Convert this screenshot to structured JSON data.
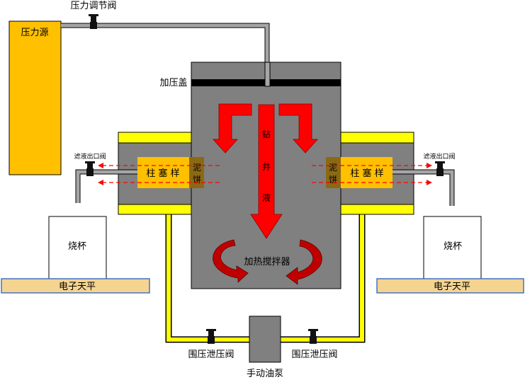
{
  "labels": {
    "pressure_source": "压力源",
    "pressure_valve": "压力调节阀",
    "press_cover": "加压盖",
    "drilling_fluid": [
      "钻",
      "井",
      "液"
    ],
    "heat_stirrer": "加热搅拌器",
    "plug_sample": "柱 塞 样",
    "mud_cake": [
      "泥",
      "饼"
    ],
    "filtrate_valve": "滤液出口阀",
    "beaker": "烧杯",
    "balance": "电子天平",
    "confining_valve": "围压泄压阀",
    "hand_pump": "手动油泵"
  },
  "colors": {
    "vessel": "#808080",
    "pressure_source": "#FFC000",
    "sample": "#FFC000",
    "mud_cake": "#8B6914",
    "yellow_pipe": "#FFFF00",
    "balance": "#F5D491",
    "red_arrow": "#FF0000",
    "dark_red": "#C00000"
  }
}
